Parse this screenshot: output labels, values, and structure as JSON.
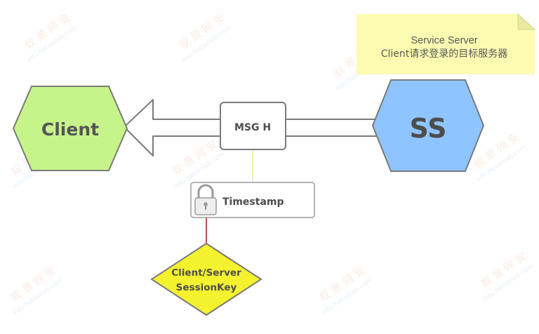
{
  "note": {
    "line1": "Service Server",
    "line2": "Client请求登录的目标服务器"
  },
  "nodes": {
    "client": "Client",
    "ss": "SS",
    "msg": "MSG H",
    "timestamp": "Timestamp",
    "sessionkey_line1": "Client/Server",
    "sessionkey_line2": "SessionKey"
  },
  "watermark": {
    "chars": "蚁 景 网 安",
    "url": "edu.hetianlab.com"
  },
  "colors": {
    "client_fill": "#c6f48a",
    "ss_fill": "#8ec4ff",
    "key_fill": "#f4f22f",
    "note_fill": "#fbfbb1",
    "stroke": "#7a7a7a"
  }
}
